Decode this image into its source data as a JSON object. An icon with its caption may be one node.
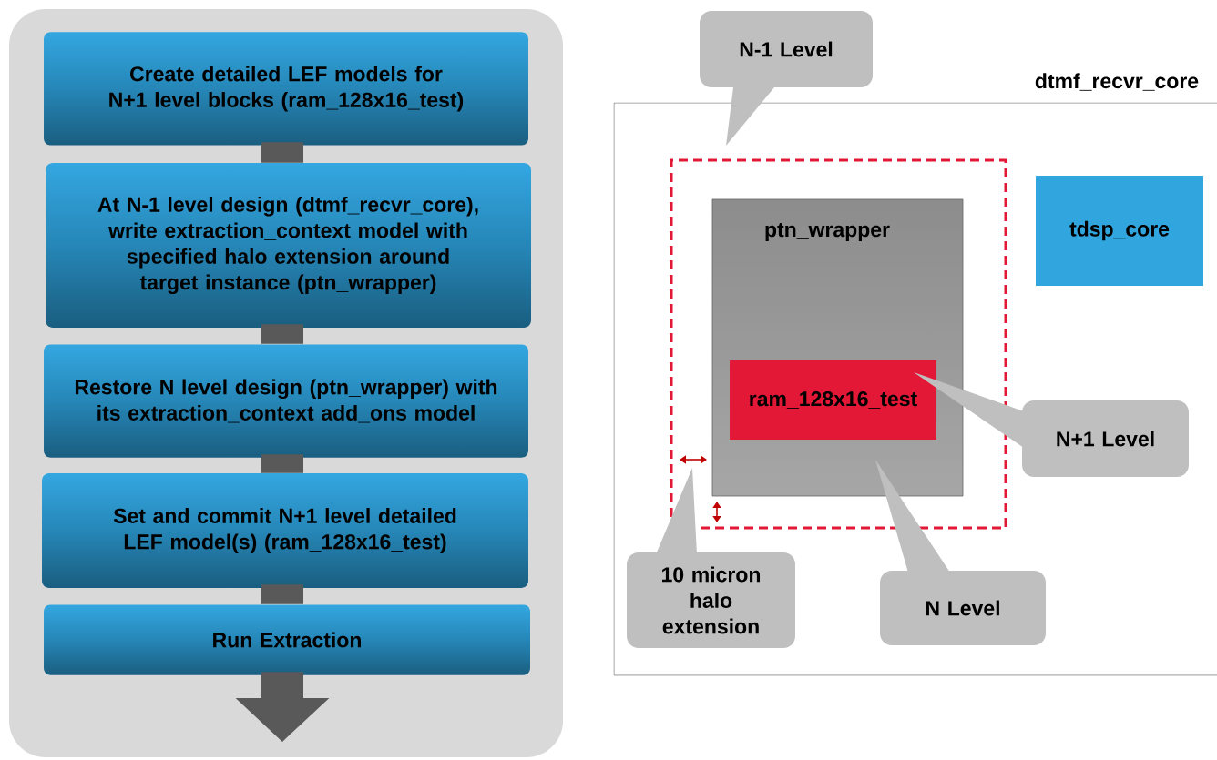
{
  "diagram": {
    "nodes": [
      {
        "text": [],
        "shape": "box"
      },
      {
        "text": [
          "Create detailed LEF models for N+1 level blocks (ram_128x16_test)"
        ],
        "in": 0
      },
      {
        "text": [
          "At N-1 level design (dtmf_recvr_core), write extraction_context  model with specified halo extension around target instance (ptn_wrapper)"
        ],
        "in": 0
      },
      {
        "text": [
          "Restore N level design (ptn_wrapper) with its extraction_context add_ons model"
        ],
        "in": 0
      },
      {
        "text": [
          "Set and commit N+1 level detailed LEF model(s) (ram_128x16_test)"
        ],
        "in": 0
      },
      {
        "text": [
          "Run Extraction"
        ],
        "in": 0
      },
      {
        "text": [
          "dtmf_recvr_core"
        ]
      },
      {
        "text": [],
        "shape": "box",
        "in": 6
      },
      {
        "text": [
          "ptn_wrapper"
        ],
        "in": 7
      },
      {
        "text": [
          "ram_128x16_test"
        ],
        "in": 8
      },
      {
        "text": [
          "tdsp_core"
        ],
        "in": 6
      },
      {
        "text": [
          "N-1 Level"
        ]
      },
      {
        "text": [
          "N+1 Level"
        ],
        "in": 6
      },
      {
        "text": [
          "10 micron halo extension"
        ],
        "in": 6
      },
      {
        "text": [
          "N Level"
        ],
        "in": 6
      }
    ],
    "edges": [
      {
        "from": 1,
        "to": 2,
        "arrow": "none"
      },
      {
        "from": 2,
        "to": 3,
        "arrow": "none"
      },
      {
        "from": 3,
        "to": 4,
        "arrow": "none"
      },
      {
        "from": 4,
        "to": 5,
        "arrow": "none"
      },
      {
        "from": 5,
        "to": null,
        "arrow": "to"
      },
      {
        "from": 11,
        "to": 7,
        "arrow": "to"
      },
      {
        "from": 12,
        "to": 9,
        "arrow": "to"
      },
      {
        "from": 13,
        "to": null,
        "arrow": "to"
      },
      {
        "from": 14,
        "to": 8,
        "arrow": "to"
      }
    ]
  }
}
